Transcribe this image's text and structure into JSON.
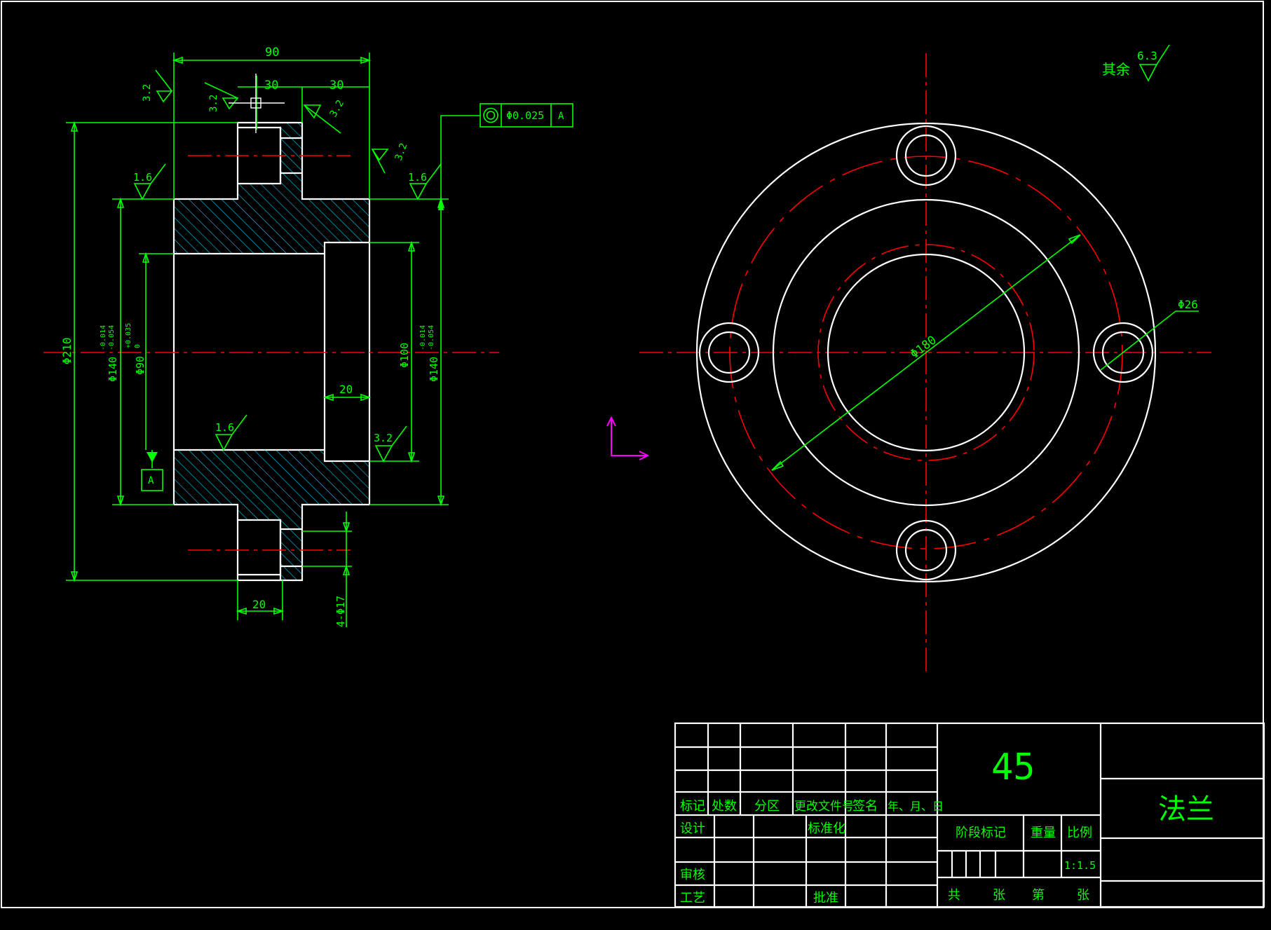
{
  "colors": {
    "background": "#000000",
    "outline": "#ffffff",
    "dimension": "#00ff00",
    "center_line": "#ff0000",
    "hatch": "#00d0ff",
    "ucs": "#ff00ff"
  },
  "section_view": {
    "dims": {
      "width_total": "90",
      "hub_width": "30",
      "flange_width": "30",
      "od": "Φ210",
      "shaft_fit": "Φ140",
      "shaft_fit_tol_upper": "-0.014",
      "shaft_fit_tol_lower": "-0.054",
      "bore": "Φ90",
      "bore_tol_upper": "+0.035",
      "bore_tol_lower": "0",
      "bore_step": "Φ100",
      "outer_fit": "Φ140",
      "outer_fit_tol_upper": "-0.014",
      "outer_fit_tol_lower": "-0.054",
      "step_depth": "20",
      "counterbore": "20",
      "holes": "4-Φ17"
    },
    "roughness": [
      "3.2",
      "3.2",
      "3.2",
      "3.2",
      "1.6",
      "1.6",
      "1.6",
      "3.2"
    ],
    "datum": "A",
    "tolerance_frame": {
      "symbol": "concentricity-icon",
      "value": "Φ0.025",
      "datum": "A"
    }
  },
  "front_view": {
    "dims": {
      "pcd": "Φ180",
      "counterbore": "Φ26"
    }
  },
  "other_roughness": {
    "label": "其余",
    "value": "6.3"
  },
  "title_block": {
    "rev_headers": [
      "标记",
      "处数",
      "分区",
      "更改文件号",
      "签名",
      "年、月、日"
    ],
    "design": "设计",
    "standard": "标准化",
    "review": "审核",
    "process": "工艺",
    "approve": "批准",
    "material": "45",
    "stage_mark": "阶段标记",
    "weight": "重量",
    "scale_label": "比例",
    "scale_value": "1:1.5",
    "sheets_total": "共",
    "sheet_unit_1": "张",
    "sheet_nth": "第",
    "sheet_unit_2": "张",
    "part_name": "法兰"
  }
}
